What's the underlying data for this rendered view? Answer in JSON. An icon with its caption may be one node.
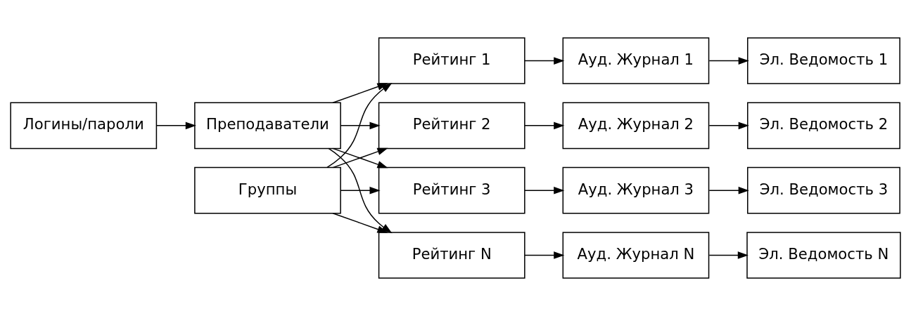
{
  "diagram": {
    "nodes": [
      {
        "text": [
          "Логины/пароли"
        ]
      },
      {
        "text": [
          "Преподаватели"
        ]
      },
      {
        "text": [
          "Группы"
        ]
      },
      {
        "text": [
          "Рейтинг 1"
        ]
      },
      {
        "text": [
          "Ауд. Журнал 1"
        ]
      },
      {
        "text": [
          "Эл. Ведомость 1"
        ]
      },
      {
        "text": [
          "Рейтинг 2"
        ]
      },
      {
        "text": [
          "Ауд. Журнал 2"
        ]
      },
      {
        "text": [
          "Эл. Ведомость 2"
        ]
      },
      {
        "text": [
          "Рейтинг 3"
        ]
      },
      {
        "text": [
          "Ауд. Журнал 3"
        ]
      },
      {
        "text": [
          "Эл. Ведомость 3"
        ]
      },
      {
        "text": [
          "Рейтинг N"
        ]
      },
      {
        "text": [
          "Ауд. Журнал N"
        ]
      },
      {
        "text": [
          "Эл. Ведомость N"
        ]
      }
    ],
    "edges": [
      {
        "from": 0,
        "to": 1,
        "arrow": "to"
      },
      {
        "from": 1,
        "to": 3,
        "arrow": "to"
      },
      {
        "from": 1,
        "to": 6,
        "arrow": "to"
      },
      {
        "from": 1,
        "to": 9,
        "arrow": "to"
      },
      {
        "from": 1,
        "to": 12,
        "arrow": "to"
      },
      {
        "from": 2,
        "to": 3,
        "arrow": "to"
      },
      {
        "from": 2,
        "to": 6,
        "arrow": "to"
      },
      {
        "from": 2,
        "to": 9,
        "arrow": "to"
      },
      {
        "from": 2,
        "to": 12,
        "arrow": "to"
      },
      {
        "from": 3,
        "to": 4,
        "arrow": "to"
      },
      {
        "from": 4,
        "to": 5,
        "arrow": "to"
      },
      {
        "from": 6,
        "to": 7,
        "arrow": "to"
      },
      {
        "from": 7,
        "to": 8,
        "arrow": "to"
      },
      {
        "from": 9,
        "to": 10,
        "arrow": "to"
      },
      {
        "from": 10,
        "to": 11,
        "arrow": "to"
      },
      {
        "from": 12,
        "to": 13,
        "arrow": "to"
      },
      {
        "from": 13,
        "to": 14,
        "arrow": "to"
      }
    ]
  }
}
